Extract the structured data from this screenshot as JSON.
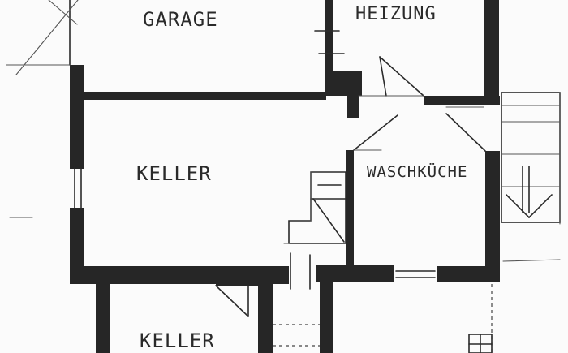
{
  "plan": {
    "rooms": [
      {
        "id": "garage",
        "label": "GARAGE"
      },
      {
        "id": "heizung",
        "label": "HEIZUNG"
      },
      {
        "id": "keller-main",
        "label": "KELLER"
      },
      {
        "id": "waschkueche",
        "label": "WASCHKÜCHE"
      },
      {
        "id": "keller-lower",
        "label": "KELLER"
      }
    ]
  },
  "colors": {
    "paper": "#fbfbfb",
    "ink": "#262626"
  }
}
